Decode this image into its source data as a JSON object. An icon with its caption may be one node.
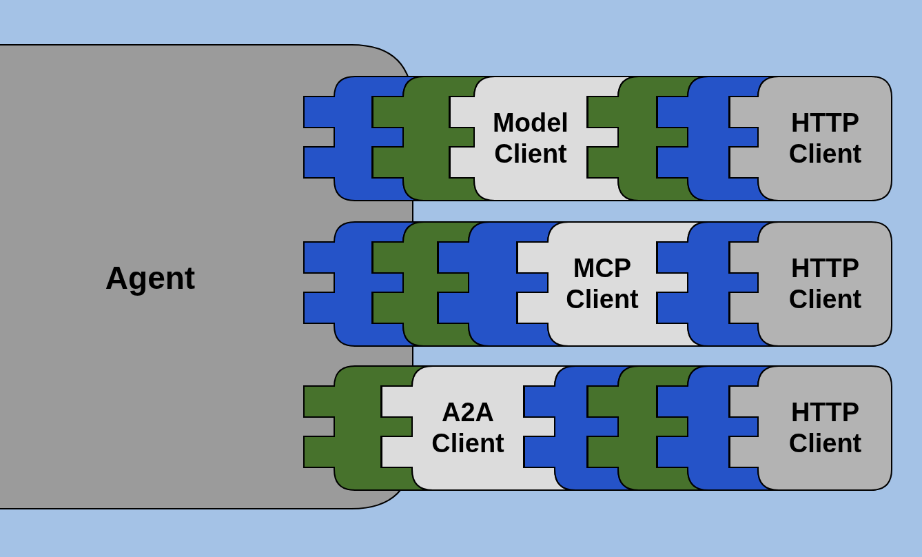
{
  "diagram": {
    "nodes": [
      {
        "text": [
          "Agent"
        ]
      },
      {
        "text": [],
        "shape": "box"
      },
      {
        "text": [],
        "shape": "box"
      },
      {
        "text": [
          "Model Client"
        ]
      },
      {
        "text": [],
        "shape": "box"
      },
      {
        "text": [],
        "shape": "box"
      },
      {
        "text": [
          "HTTP Client"
        ]
      },
      {
        "text": [],
        "shape": "box"
      },
      {
        "text": [],
        "shape": "box"
      },
      {
        "text": [],
        "shape": "box"
      },
      {
        "text": [
          "MCP Client"
        ]
      },
      {
        "text": [],
        "shape": "box"
      },
      {
        "text": [
          "HTTP Client"
        ]
      },
      {
        "text": [],
        "shape": "box"
      },
      {
        "text": [
          "A2A Client"
        ]
      },
      {
        "text": [],
        "shape": "box"
      },
      {
        "text": [],
        "shape": "box"
      },
      {
        "text": [],
        "shape": "box"
      },
      {
        "text": [
          "HTTP Client"
        ]
      }
    ]
  }
}
